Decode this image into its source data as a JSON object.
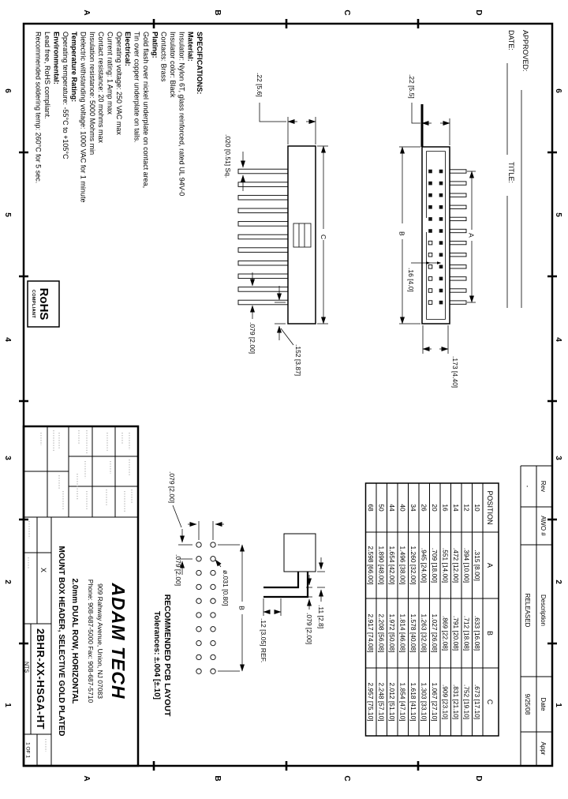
{
  "sheet": {
    "zones": {
      "columns": [
        "6",
        "5",
        "4",
        "3",
        "2",
        "1"
      ],
      "rows": [
        "D",
        "C",
        "B",
        "A"
      ]
    },
    "approval": {
      "approved_label": "APPROVED:",
      "date_label": "DATE:",
      "title_label": "TITLE:"
    }
  },
  "specifications": {
    "lines": [
      "SPECIFICATIONS:",
      "Material:",
      "Insulator: Nylon 6T, glass reinforced, rated UL 94V-0",
      "Insulator color: Black",
      "Contacts: Brass",
      "Plating:",
      "Gold flash over nickel underplate on contact area,",
      "Tin over copper underplate on tails.",
      "Electrical:",
      "Operating voltage: 250 VAC max",
      "Current rating: 1 Amp max",
      "Contact resistance: 20 mohms max",
      "Insulation resistance: 5000 Mohms min",
      "Dielectric withstanding voltage: 1000 VAC for 1 minute",
      "Temperature Rating:",
      "Operating temperature: -55°C to +105°C",
      "Environmental:",
      "Lead free, RoHS compliant.",
      "Recommended soldering temp: 260°C for 5 sec."
    ]
  },
  "rohs": {
    "line1": "RoHS",
    "line2": "COMPLIANT"
  },
  "views": {
    "front": {
      "span_label": "A",
      "length_label": "B",
      "height_dim": ".22 [5.5]",
      "row_spacing_dim": ".16 [4.0]",
      "end_dim": ".173 [4.40]"
    },
    "side": {
      "length_label": "C",
      "height_dim": ".22 [5.6]",
      "pin_dim": ".020 [0.51] Sq.",
      "pitch_dim": ".079 [2.00]",
      "end_dim": ".152 [3.87]"
    },
    "pcb": {
      "title": "RECOMMENDED PCB LAYOUT",
      "tolerances": "Tolerances: ±.004 [±.10]",
      "span_label": "B",
      "hole_dim": "ø.031 [0.80]",
      "col_pitch_dim": ".079 [2.00]",
      "row_pitch_dim": ".079 [2.00]"
    },
    "detail": {
      "dim1": ".11 [2.8]",
      "dim2": ".079 [2.00]",
      "dim3": ".12 [3.05] REF."
    }
  },
  "table": {
    "headers": [
      "POSITION",
      "A",
      "B",
      "C"
    ],
    "rows": [
      {
        "pos": "10",
        "a": ".315 [8.00]",
        "b": ".633 [16.08]",
        "c": ".673 [17.10]"
      },
      {
        "pos": "12",
        "a": ".394 [10.00]",
        "b": ".712 [18.08]",
        "c": ".752 [19.10]"
      },
      {
        "pos": "14",
        "a": ".472 [12.00]",
        "b": ".791 [20.08]",
        "c": ".831 [21.10]"
      },
      {
        "pos": "16",
        "a": ".551 [14.00]",
        "b": ".869 [22.08]",
        "c": ".909 [23.10]"
      },
      {
        "pos": "20",
        "a": ".709 [18.00]",
        "b": "1.027 [26.08]",
        "c": "1.067 [27.10]"
      },
      {
        "pos": "26",
        "a": ".945 [24.00]",
        "b": "1.263 [32.08]",
        "c": "1.303 [33.10]"
      },
      {
        "pos": "34",
        "a": "1.260 [32.00]",
        "b": "1.578 [40.08]",
        "c": "1.618 [41.10]"
      },
      {
        "pos": "40",
        "a": "1.496 [38.00]",
        "b": "1.814 [46.08]",
        "c": "1.854 [47.10]"
      },
      {
        "pos": "44",
        "a": "1.654 [42.00]",
        "b": "1.972 [50.08]",
        "c": "2.012 [51.10]"
      },
      {
        "pos": "50",
        "a": "1.890 [48.00]",
        "b": "2.208 [56.08]",
        "c": "2.248 [57.10]"
      },
      {
        "pos": "68",
        "a": "2.598 [66.00]",
        "b": "2.917 [74.08]",
        "c": "2.957 [75.10]"
      }
    ]
  },
  "revision": {
    "headers": [
      "Rev",
      "AWO #",
      "Description",
      "Date",
      "Appr"
    ],
    "values": [
      "-",
      "",
      "RELEASED",
      "9/25/08",
      ""
    ]
  },
  "title_block": {
    "company": "ADAM TECH",
    "address": "909 Rahway Avenue, Union, NJ 07083",
    "phone": "Phone: 908-687-5000 Fax: 908-687-5710",
    "description_line1": "2.0mm DUAL ROW, HORIZONTAL",
    "description_line2": "MOUNT BOX HEADER, SELECTIVE GOLD PLATED",
    "part_number": "2BHR-XX-HSGA-HT",
    "drawn_mark": "X",
    "scale": "NTS",
    "sheet_of": "1 OF 1"
  }
}
